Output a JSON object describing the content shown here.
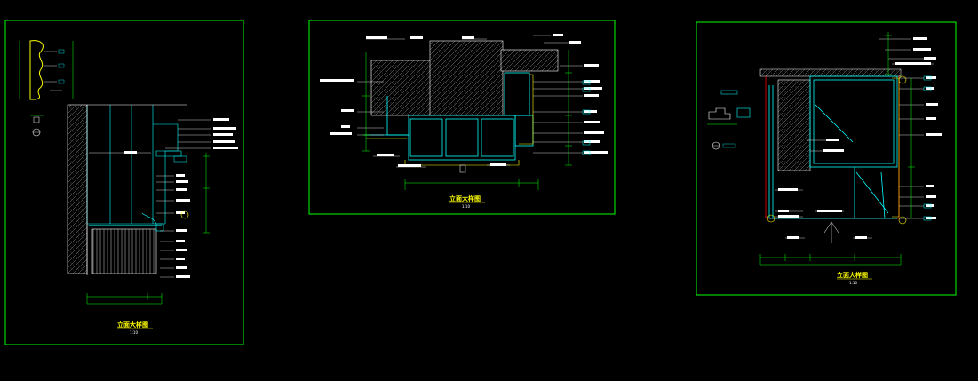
{
  "colors": {
    "background": "#000000",
    "frame": "#00ff00",
    "dimension": "#00ff00",
    "structure": "#00ffff",
    "hatch": "#ffffff",
    "wall_line": "#ff0000",
    "leader": "#ffffff",
    "marker": "#ffff00",
    "title_text": "#ffff00"
  },
  "sheets": [
    {
      "id": "sheet-1",
      "title": "立面大样图",
      "scale": "1:10"
    },
    {
      "id": "sheet-2",
      "title": "立面大样图",
      "scale": "1:10"
    },
    {
      "id": "sheet-3",
      "title": "立面大样图",
      "scale": "1:10"
    }
  ]
}
